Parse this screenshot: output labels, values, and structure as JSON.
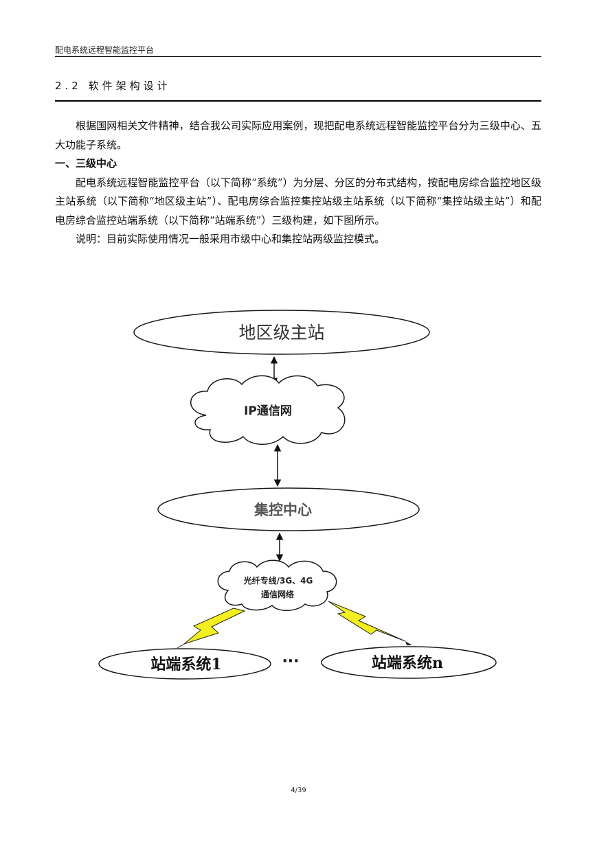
{
  "header": {
    "title": "配电系统远程智能监控平台"
  },
  "section": {
    "title": "2.2  软件架构设计"
  },
  "paragraphs": {
    "intro": "根据国网相关文件精神，结合我公司实际应用案例，现把配电系统远程智能监控平台分为三级中心、五大功能子系统。",
    "heading1": "一、三级中心",
    "p2": "配电系统远程智能监控平台（以下简称“系统”）为分层、分区的分布式结构，按配电房综合监控地区级主站系统（以下简称“地区级主站”）、配电房综合监控集控站级主站系统（以下简称“集控站级主站”）和配电房综合监控站端系统（以下简称“站端系统”）三级构建，如下图所示。",
    "p3": "说明：目前实际使用情况一般采用市级中心和集控站两级监控模式。"
  },
  "diagram": {
    "regional_master": "地区级主站",
    "ip_network": "IP通信网",
    "control_center": "集控中心",
    "fiber_line1": "光纤专线/3G、4G",
    "fiber_line2": "通信网络",
    "station1": "站端系统1",
    "ellipsis": "···",
    "stationn": "站端系统n"
  },
  "colors": {
    "lightning": "#f2ef1c",
    "outline": "#1a1a1a"
  },
  "footer": {
    "page": "4/39"
  }
}
